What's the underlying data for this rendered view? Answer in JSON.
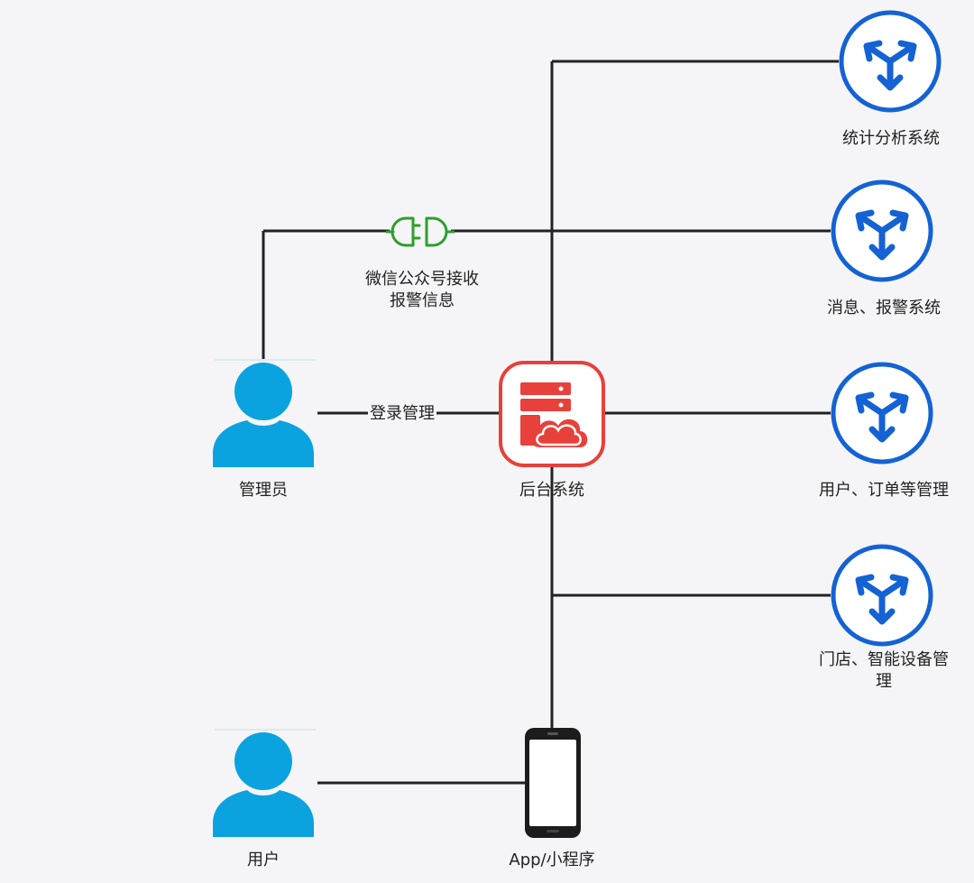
{
  "nodes": {
    "stats_system": {
      "label": "统计分析系统",
      "icon": "service-hub-icon"
    },
    "alarm_system": {
      "label": "消息、报警系统",
      "icon": "service-hub-icon"
    },
    "order_system": {
      "label": "用户、订单等管理",
      "icon": "service-hub-icon"
    },
    "store_system": {
      "label_line1": "门店、智能设备管",
      "label_line2": "理",
      "icon": "service-hub-icon"
    },
    "admin": {
      "label": "管理员",
      "icon": "person-icon"
    },
    "backend": {
      "label": "后台系统",
      "icon": "server-cloud-icon"
    },
    "user": {
      "label": "用户",
      "icon": "person-icon"
    },
    "app": {
      "label": "App/小程序",
      "icon": "smartphone-icon"
    },
    "plug": {
      "label_line1": "微信公众号接收",
      "label_line2": "报警信息",
      "icon": "plug-icon"
    }
  },
  "edges": {
    "admin_backend": {
      "label": "登录管理"
    }
  },
  "colors": {
    "person": "#0aa3e0",
    "service": "#1462d4",
    "backend": "#e8403a",
    "plug": "#2e9e2e",
    "line": "#222222"
  }
}
